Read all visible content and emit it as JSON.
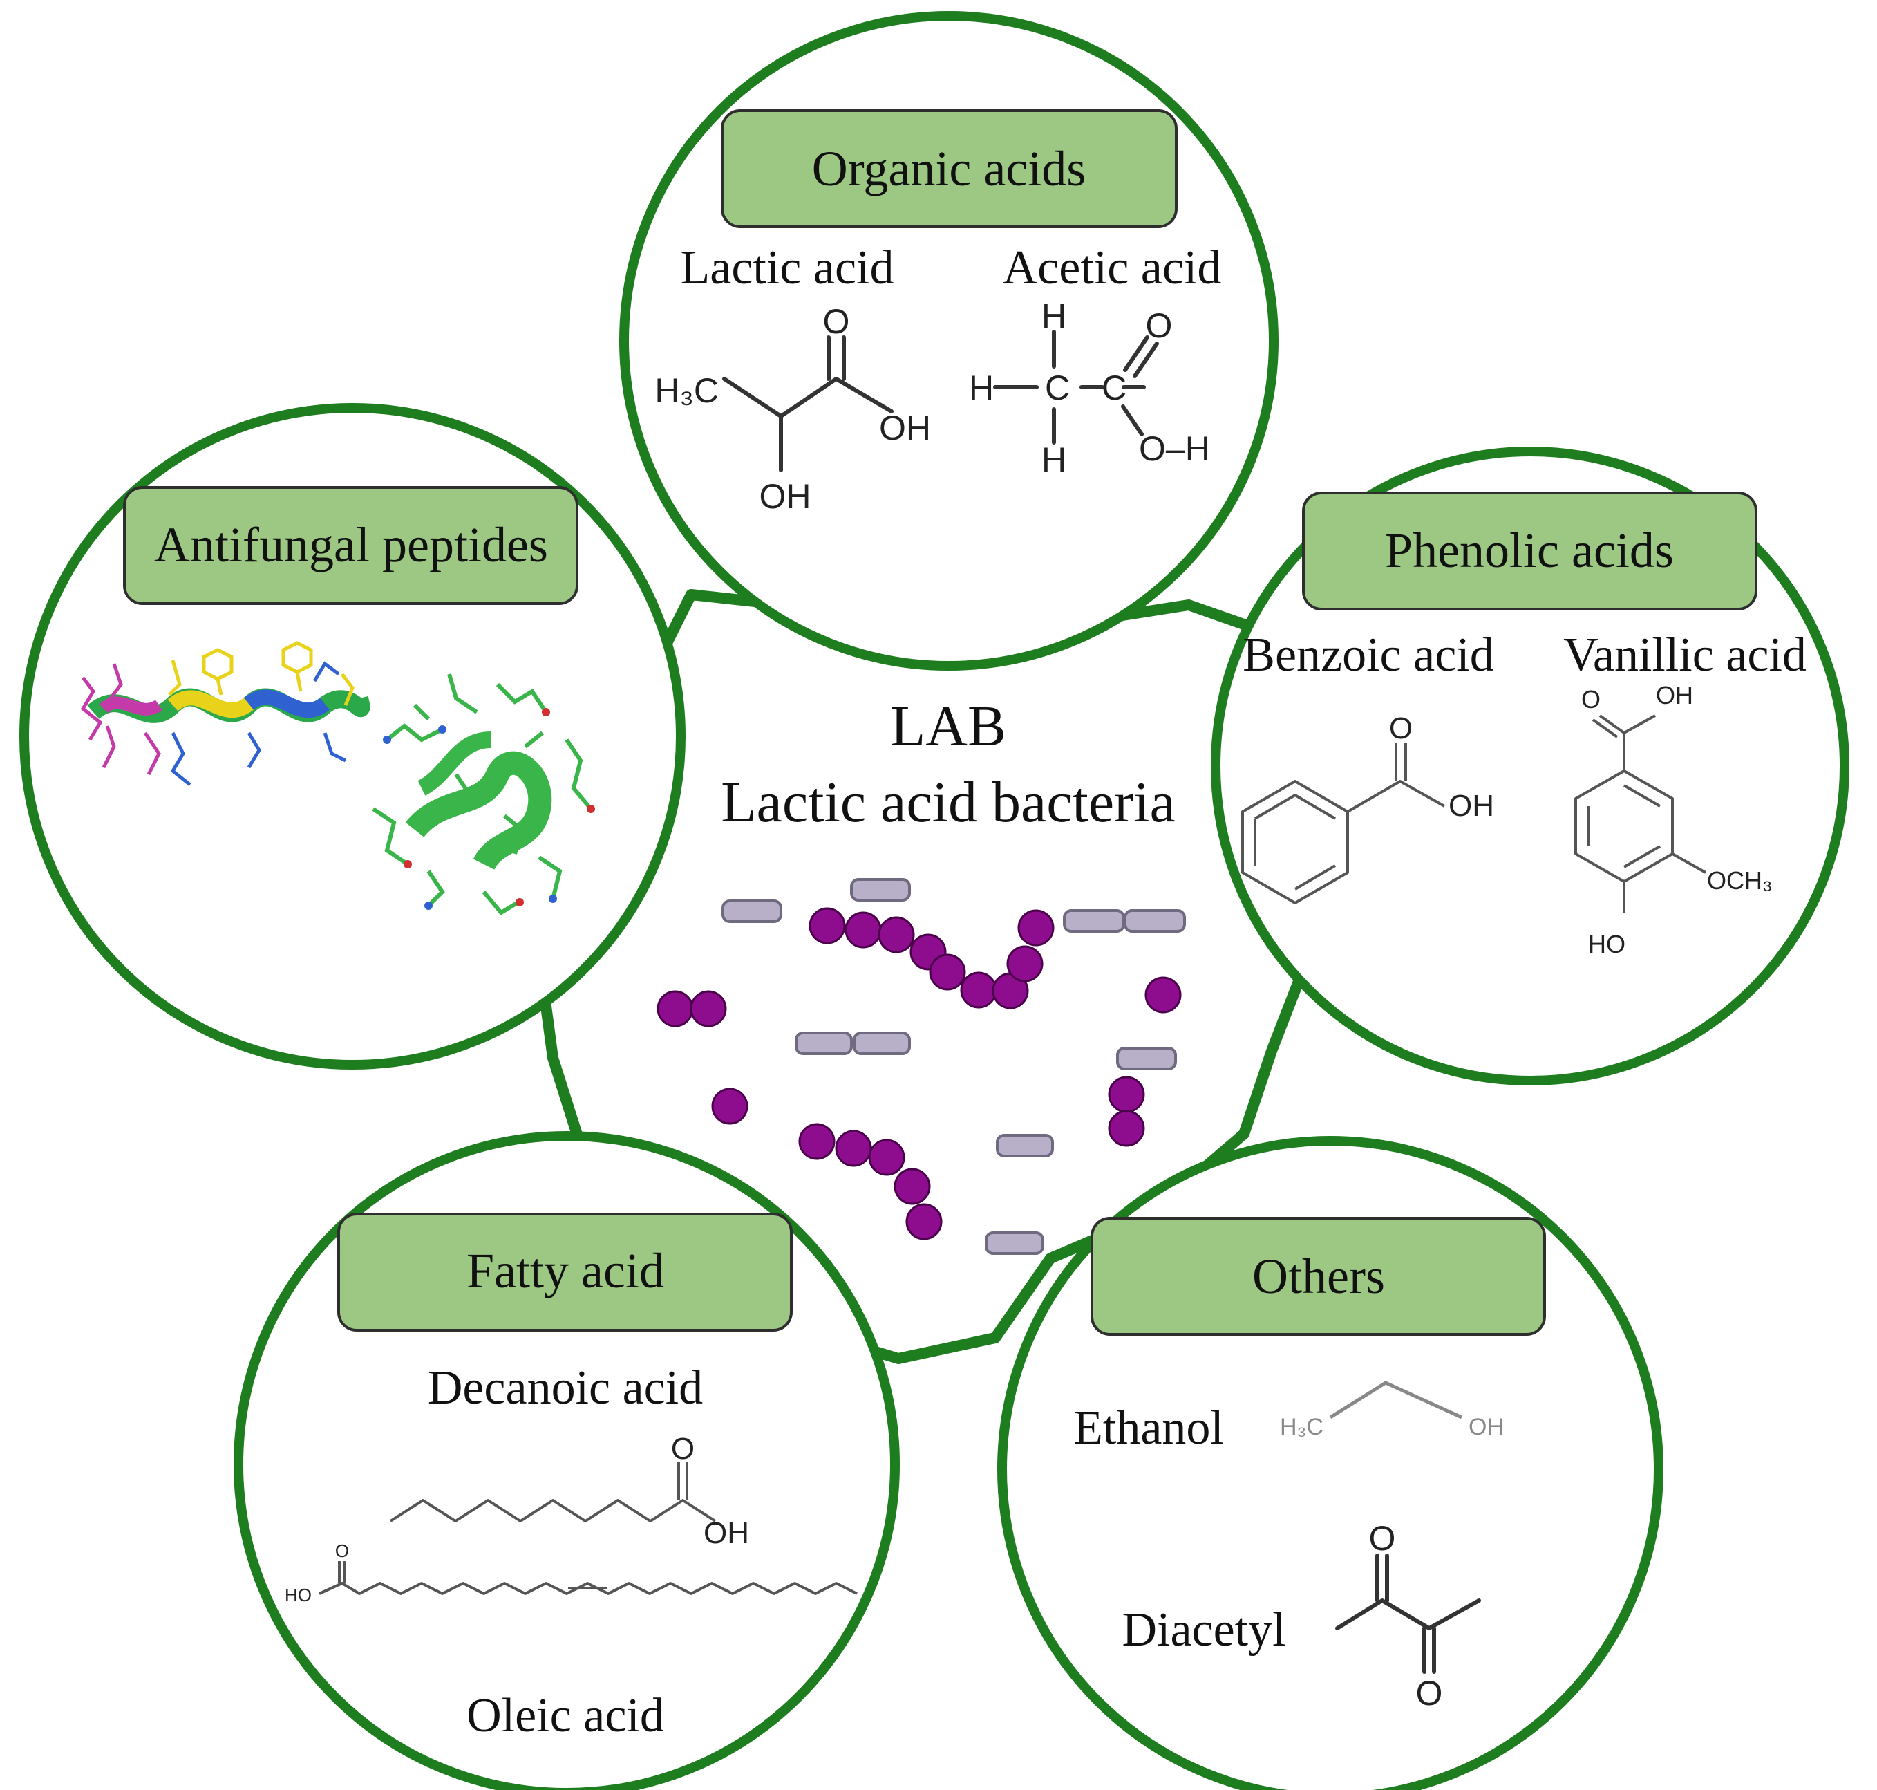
{
  "colors": {
    "ring_stroke": "#1e7d1e",
    "header_fill": "#9cc884",
    "rod_fill": "#b7b0c8",
    "coccus_fill": "#8e0d8e"
  },
  "center": {
    "title": "LAB",
    "subtitle": "Lactic acid bacteria"
  },
  "nodes": {
    "organic_acids": {
      "header": "Organic acids",
      "compounds": [
        "Lactic acid",
        "Acetic acid"
      ],
      "atoms": {
        "lactic_o": "O",
        "lactic_h3c": "H₃C",
        "lactic_oh": "OH",
        "lactic_oh2": "OH",
        "acetic_h_top": "H",
        "acetic_h_left": "H",
        "acetic_c1": "C",
        "acetic_c2": "C",
        "acetic_o": "O",
        "acetic_h_bottom": "H",
        "acetic_oh": "O–H"
      }
    },
    "antifungal_peptides": {
      "header": "Antifungal peptides"
    },
    "phenolic_acids": {
      "header": "Phenolic acids",
      "compounds": [
        "Benzoic acid",
        "Vanillic acid"
      ],
      "atoms": {
        "benzoic_o": "O",
        "benzoic_oh": "OH",
        "vanillic_o": "O",
        "vanillic_oh": "OH",
        "vanillic_och3": "OCH₃",
        "vanillic_ho": "HO"
      }
    },
    "fatty_acid": {
      "header": "Fatty acid",
      "compounds": [
        "Decanoic acid",
        "Oleic acid"
      ],
      "atoms": {
        "decanoic_o": "O",
        "decanoic_oh": "OH",
        "oleic_o": "O",
        "oleic_ho": "HO"
      }
    },
    "others": {
      "header": "Others",
      "compounds": [
        "Ethanol",
        "Diacetyl"
      ],
      "atoms": {
        "ethanol_h3c": "H₃C",
        "ethanol_oh": "OH",
        "diacetyl_o1": "O",
        "diacetyl_o2": "O"
      }
    }
  }
}
